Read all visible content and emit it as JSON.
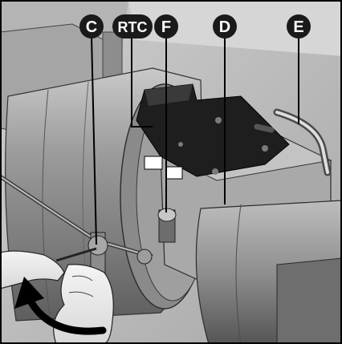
{
  "figure": {
    "callouts": [
      {
        "id": "C",
        "label": "C",
        "points_to": "adjustment-lever"
      },
      {
        "id": "RTC",
        "label": "RTC",
        "points_to": "mounting-plate"
      },
      {
        "id": "F",
        "label": "F",
        "points_to": "knob-screw"
      },
      {
        "id": "D",
        "label": "D",
        "points_to": "housing-body"
      },
      {
        "id": "E",
        "label": "E",
        "points_to": "handle-rod"
      }
    ],
    "icons": {
      "rotation_arrow": "curved-arrow-icon",
      "hands": "hand-icon"
    },
    "colors": {
      "callout_fill": "#1a1a1a",
      "callout_text": "#ffffff",
      "rotation_arrow": "#000000",
      "frame": "#000000"
    }
  }
}
